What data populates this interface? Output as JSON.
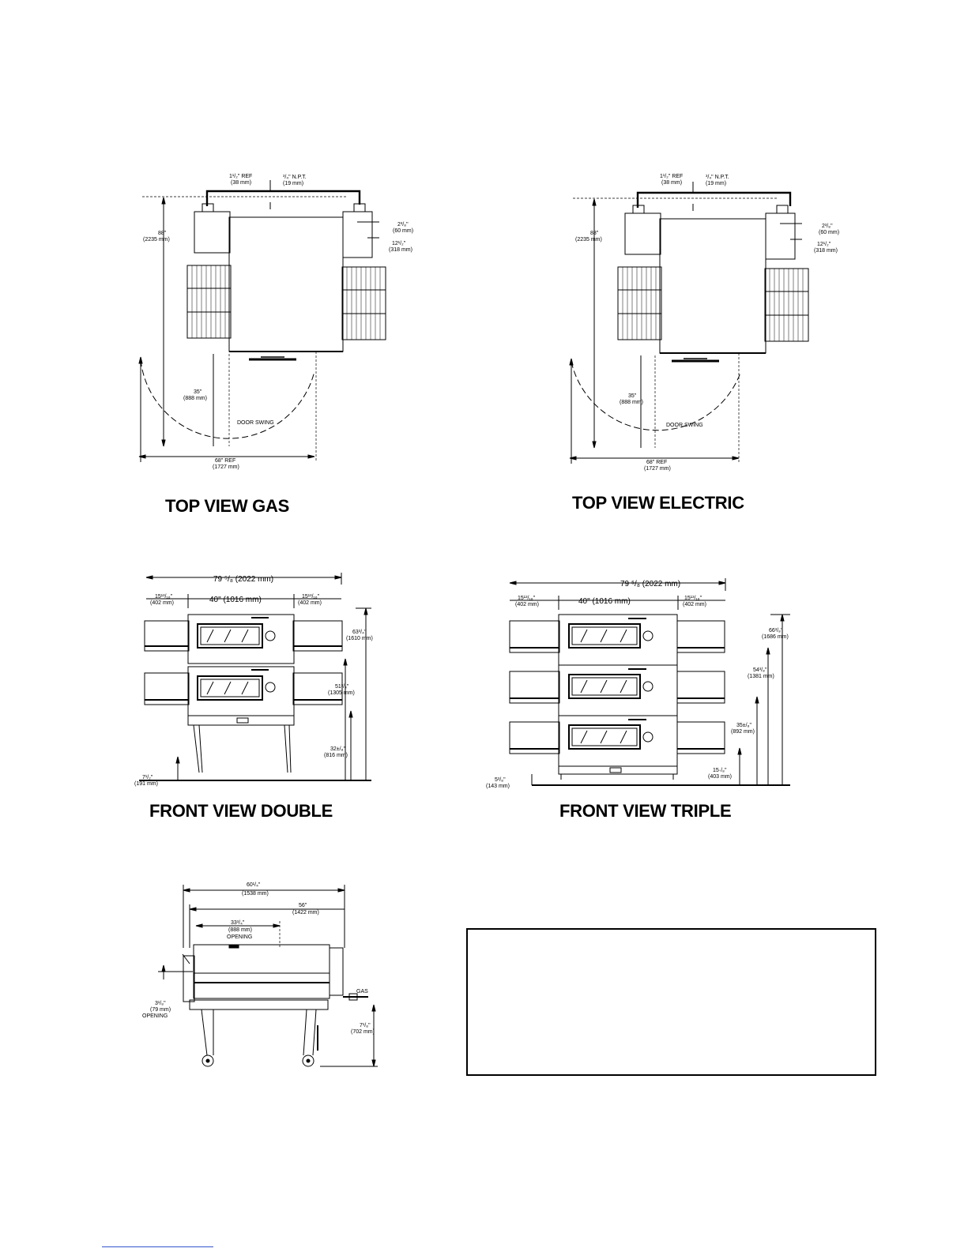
{
  "views": {
    "top_gas": {
      "caption": "TOP VIEW GAS",
      "dims": {
        "ref_top": "1¹/₂\" REF",
        "ref_top_mm": "(38 mm)",
        "npt": "³/₄\" N.P.T.",
        "npt_mm": "(19 mm)",
        "height": "88\"",
        "height_mm": "(2235 mm)",
        "side1": "2³/₈\"",
        "side1_mm": "(60 mm)",
        "side2": "12¹/₂\"",
        "side2_mm": "(318 mm)",
        "depth": "35\"",
        "depth_mm": "(888 mm)",
        "door_swing": "DOOR SWING",
        "width": "68\" REF",
        "width_mm": "(1727 mm)"
      }
    },
    "top_electric": {
      "caption": "TOP VIEW ELECTRIC",
      "dims": {
        "ref_top": "1¹/₂\" REF",
        "ref_top_mm": "(38 mm)",
        "npt": "³/₄\" N.P.T.",
        "npt_mm": "(19 mm)",
        "height": "88\"",
        "height_mm": "(2235 mm)",
        "side1": "2³/₈\"",
        "side1_mm": "(60 mm)",
        "side2": "12¹/₂\"",
        "side2_mm": "(318 mm)",
        "depth": "35\"",
        "depth_mm": "(888 mm)",
        "door_swing": "DOOR SWING",
        "width": "68\" REF",
        "width_mm": "(1727 mm)"
      }
    },
    "front_double": {
      "caption": "FRONT VIEW DOUBLE",
      "dims": {
        "overall": "79 ⁵/₈ (2022 mm)",
        "left": "15¹³/₁₆\"",
        "left_mm": "(402 mm)",
        "center": "40\" (1016 mm)",
        "right": "15¹³/₁₆\"",
        "right_mm": "(402 mm)",
        "h1": "63³/₄\"",
        "h1_mm": "(1610 mm)",
        "h2": "51³/₄\"",
        "h2_mm": "(1305 mm)",
        "h3": "32±/₈\"",
        "h3_mm": "(816 mm)",
        "leg": "7¹/₂\"",
        "leg_mm": "(191 mm)"
      }
    },
    "front_triple": {
      "caption": "FRONT VIEW TRIPLE",
      "dims": {
        "overall": "79 ⁵/₈ (2022 mm)",
        "left": "15¹³/₁₆\"",
        "left_mm": "(402 mm)",
        "center": "40\" (1016 mm)",
        "right": "15¹³/₁₆\"",
        "right_mm": "(402 mm)",
        "h1": "66³/₈\"",
        "h1_mm": "(1686 mm)",
        "h2": "54³/₈\"",
        "h2_mm": "(1381 mm)",
        "h3": "35±/₈\"",
        "h3_mm": "(892 mm)",
        "h4": "15·/₈\"",
        "h4_mm": "(403 mm)",
        "leg": "5³/₈\"",
        "leg_mm": "(143 mm)"
      }
    },
    "side": {
      "dims": {
        "overall": "60¹/₄\"",
        "overall_mm": "(1538 mm)",
        "body": "56\"",
        "body_mm": "(1422 mm)",
        "opening": "33³/₄\"",
        "opening_mm": "(888 mm)",
        "opening_label": "OPENING",
        "slot": "3¹/₈\"",
        "slot_mm": "(79 mm)",
        "slot_label": "OPENING",
        "gas": "GAS",
        "gas_h": "7¹/₈\"",
        "gas_h_mm": "(702 mm)"
      }
    }
  },
  "notes_box": {
    "text": ""
  }
}
